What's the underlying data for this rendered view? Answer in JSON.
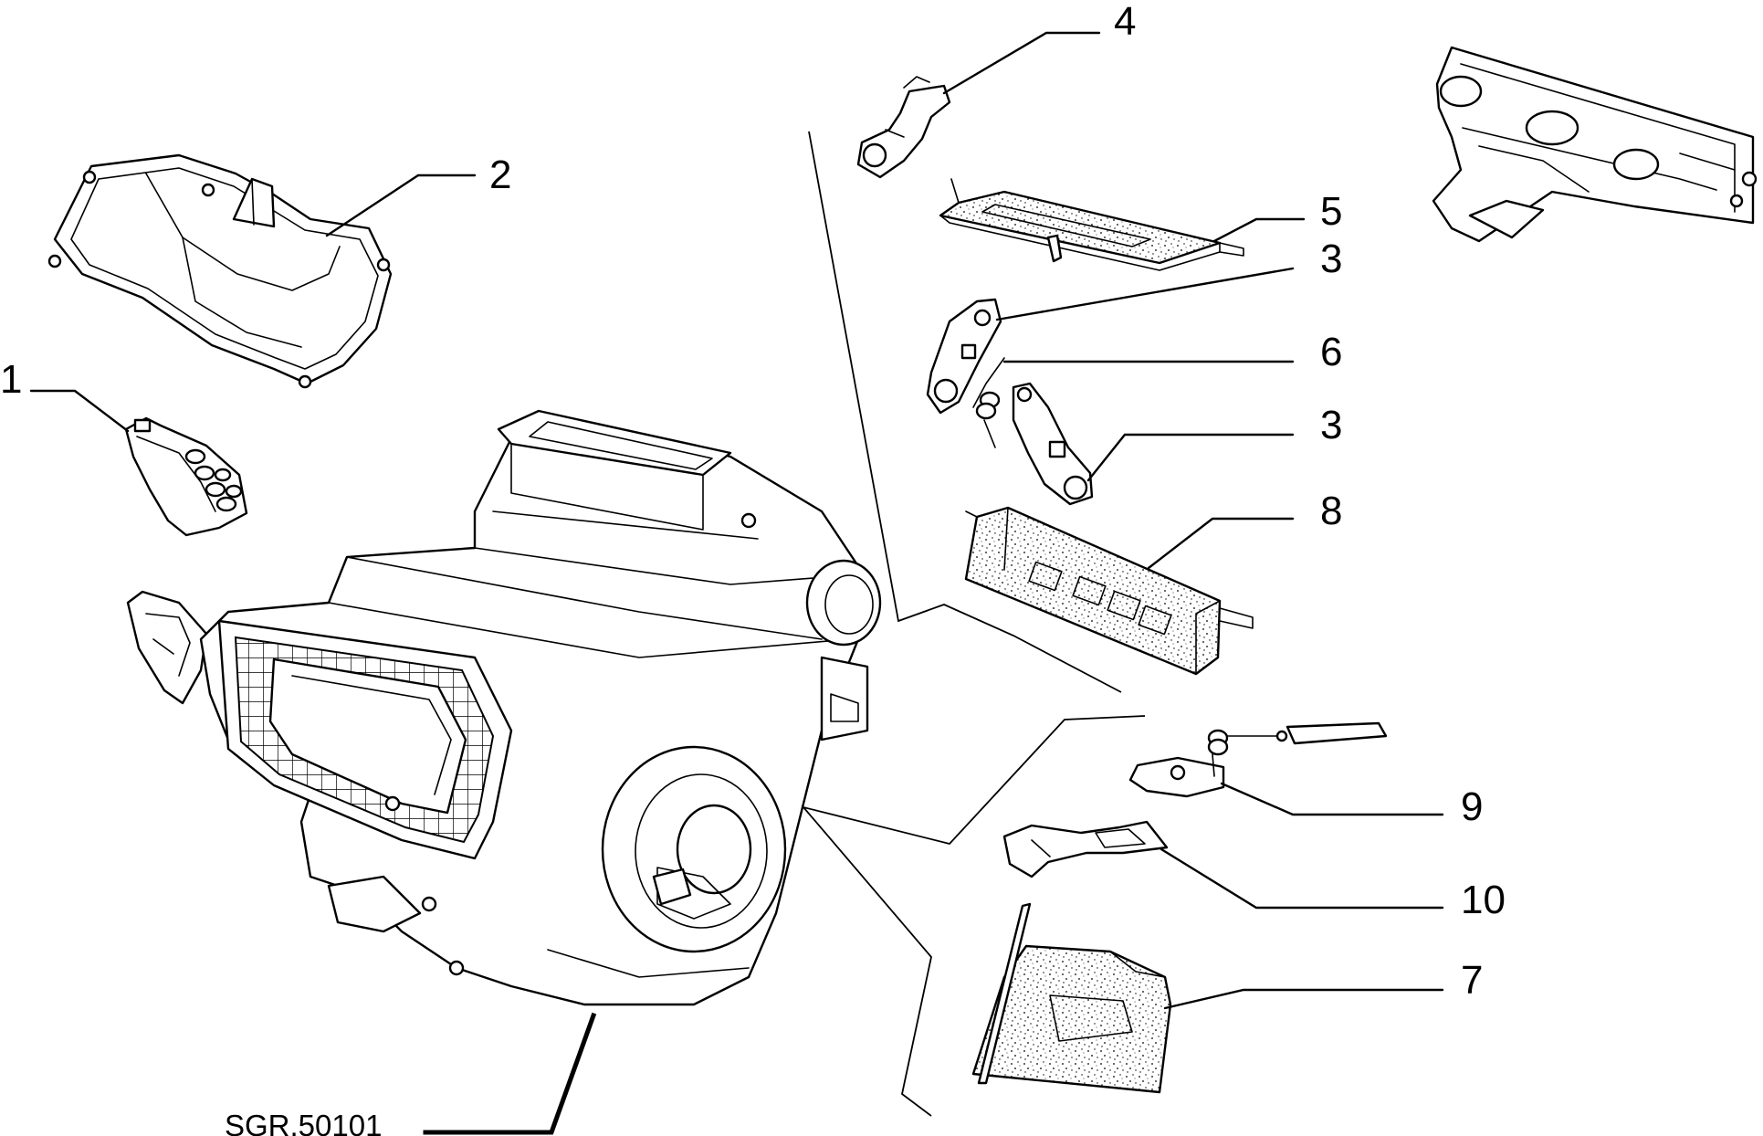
{
  "diagram": {
    "reference_code": "SGR.50101",
    "callouts": {
      "c1": "1",
      "c2": "2",
      "c3a": "3",
      "c3b": "3",
      "c4": "4",
      "c5": "5",
      "c6": "6",
      "c7": "7",
      "c8": "8",
      "c9": "9",
      "c10": "10"
    }
  }
}
